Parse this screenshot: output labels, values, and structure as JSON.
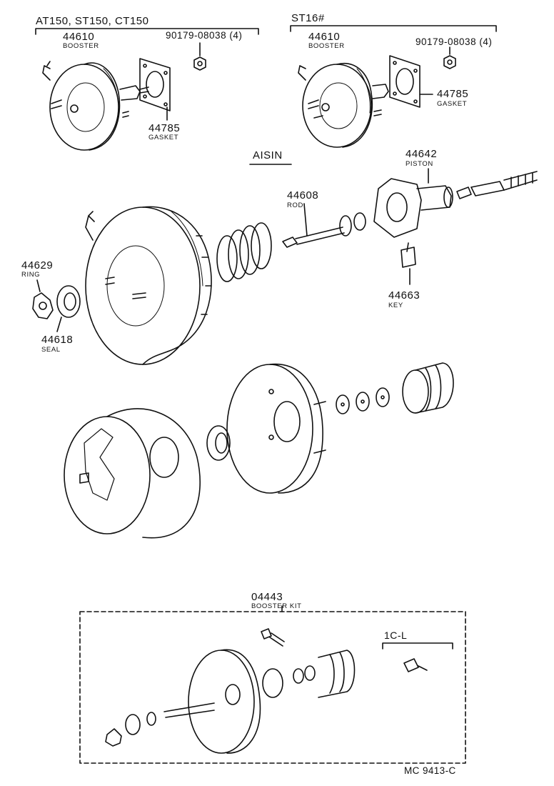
{
  "groups": {
    "top_left": "AT150, ST150, CT150",
    "top_right": "ST16#",
    "center": "AISIN",
    "kit_sub": "1C-L"
  },
  "parts": {
    "booster_a": {
      "no": "44610",
      "name": "BOOSTER"
    },
    "nut_a": {
      "no": "90179-08038 (4)"
    },
    "gasket_a": {
      "no": "44785",
      "name": "GASKET"
    },
    "booster_b": {
      "no": "44610",
      "name": "BOOSTER"
    },
    "nut_b": {
      "no": "90179-08038 (4)"
    },
    "gasket_b": {
      "no": "44785",
      "name": "GASKET"
    },
    "piston": {
      "no": "44642",
      "name": "PISTON"
    },
    "rod": {
      "no": "44608",
      "name": "ROD"
    },
    "ring": {
      "no": "44629",
      "name": "RING"
    },
    "seal": {
      "no": "44618",
      "name": "SEAL"
    },
    "key": {
      "no": "44663",
      "name": "KEY"
    },
    "kit": {
      "no": "04443",
      "name": "BOOSTER KIT"
    }
  },
  "reference": "MC 9413-C",
  "colors": {
    "ink": "#111111",
    "paper": "#ffffff"
  }
}
